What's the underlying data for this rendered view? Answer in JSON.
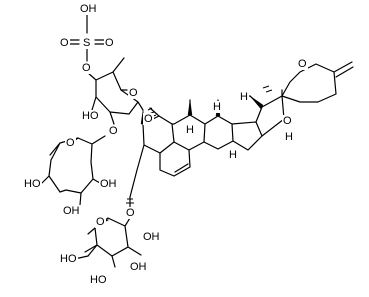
{
  "atom_labels": {
    "so3h_oh": "OH",
    "sulfur": "S",
    "s_oxo_left": "O",
    "s_oxo_right": "O",
    "sulfate_o": "O",
    "fucose_ring_o": "O",
    "fucose_3_oh": "HO",
    "fucose_2_o": "O",
    "fucose_1_o": "O",
    "rham_ring_o": "O",
    "rham_4_oh": "HO",
    "rham_3_oh": "OH",
    "rham_2_oh": "OH",
    "c3_o": "O",
    "glc_ring_o": "O",
    "glc_6_oh": "HO",
    "glc_2_oh": "OH",
    "glc_3_oh": "OH",
    "glc_4_oh": "HO",
    "spiro_pyran_o": "O",
    "spiro_furan_o": "O",
    "h_c17": "H",
    "h_c14": "H",
    "h_c8": "H",
    "h_c9": "H",
    "h_c16": "H"
  }
}
